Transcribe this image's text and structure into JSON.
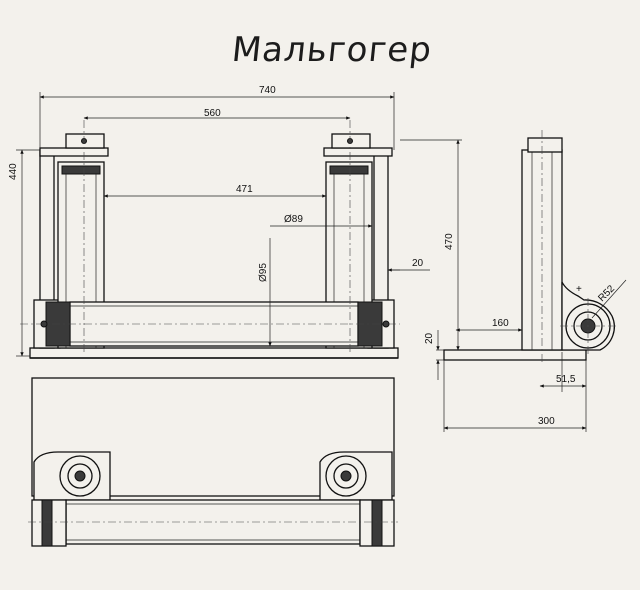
{
  "title": "Мальгогер",
  "dimensions": {
    "overall_width": "740",
    "column_spacing": "560",
    "inner_gap": "471",
    "column_diameter": "Ø89",
    "roller_diameter": "Ø95",
    "plate_offset": "20",
    "overall_height": "440",
    "side_height": "470",
    "base_thickness": "20",
    "column_offset": "160",
    "radius": "R52",
    "roller_offset": "51,5",
    "base_length": "300"
  }
}
